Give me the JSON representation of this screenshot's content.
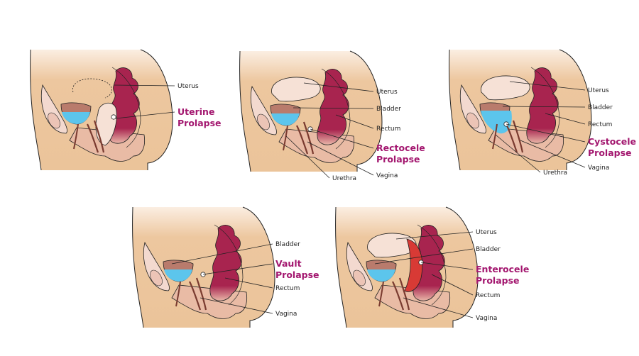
{
  "colors": {
    "highlight": "#a3176f",
    "skin": "#edc79f",
    "rectum": "#a8244f",
    "bladder_fluid": "#5cc5ec",
    "bladder_wall": "#b97b6c",
    "uterus": "#f6e1d6"
  },
  "panels": [
    {
      "id": "uterine",
      "labels": [
        "Uterus"
      ],
      "title": [
        "Uterine",
        "Prolapse"
      ]
    },
    {
      "id": "rectocele",
      "labels": [
        "Uterus",
        "Bladder",
        "Rectum",
        "Urethra",
        "Vagina"
      ],
      "title": [
        "Rectocele",
        "Prolapse"
      ]
    },
    {
      "id": "cystocele",
      "labels": [
        "Uterus",
        "Bladder",
        "Rectum",
        "Urethra",
        "Vagina"
      ],
      "title": [
        "Cystocele",
        "Prolapse"
      ]
    },
    {
      "id": "vault",
      "labels": [
        "Bladder",
        "Rectum",
        "Vagina"
      ],
      "title": [
        "Vault",
        "Prolapse"
      ]
    },
    {
      "id": "enterocele",
      "labels": [
        "Uterus",
        "Bladder",
        "Rectum",
        "Vagina"
      ],
      "title": [
        "Enterocele",
        "Prolapse"
      ]
    }
  ]
}
